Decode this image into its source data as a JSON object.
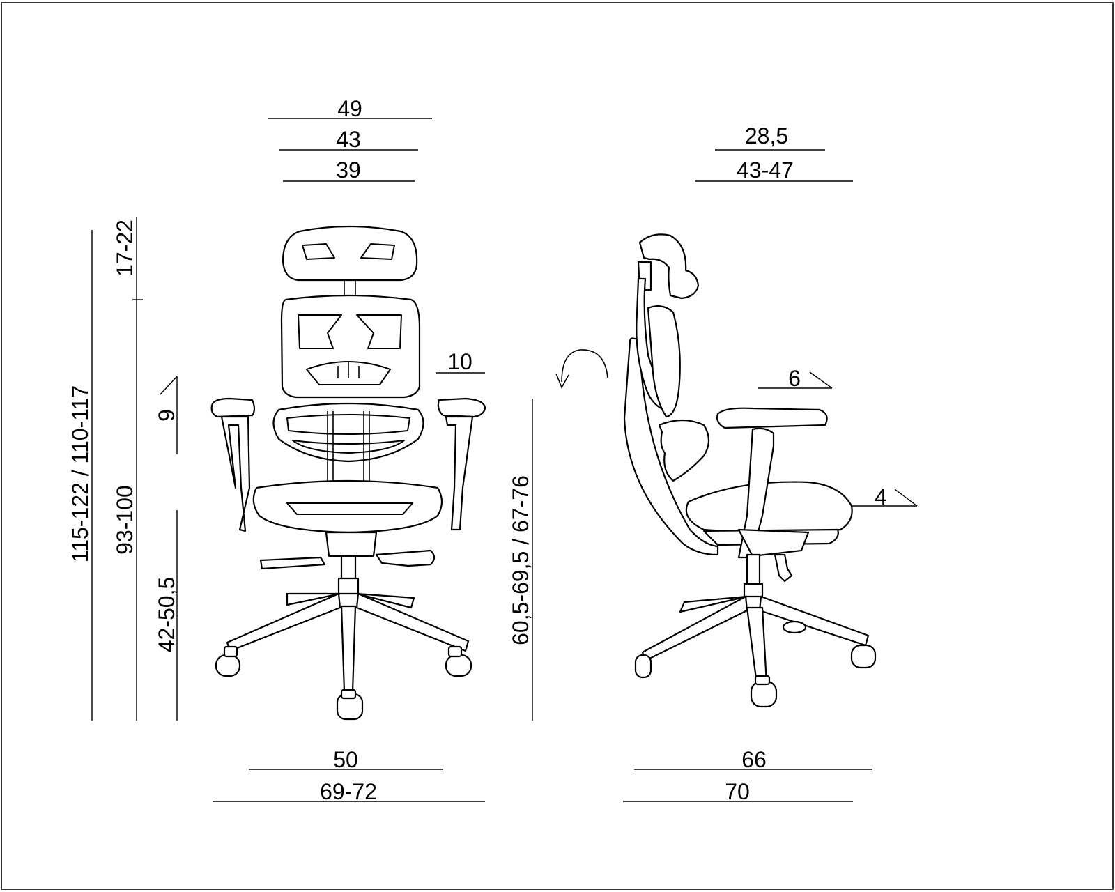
{
  "front_view": {
    "top_dimensions": [
      "49",
      "43",
      "39"
    ],
    "headrest_height": "17-22",
    "total_height": "115-122 / 110-117",
    "backrest_height": "93-100",
    "armrest_tilt": "9",
    "seat_height": "42-50,5",
    "armrest_offset": "10",
    "armrest_height": "60,5-69,5 / 67-76",
    "base_width": "50",
    "overall_width": "69-72"
  },
  "side_view": {
    "headrest_depth": "28,5",
    "seat_depth": "43-47",
    "armrest_tilt": "6",
    "seat_tilt": "4",
    "base_depth": "66",
    "overall_depth": "70"
  },
  "icons": [
    "recline-arrow-icon"
  ]
}
